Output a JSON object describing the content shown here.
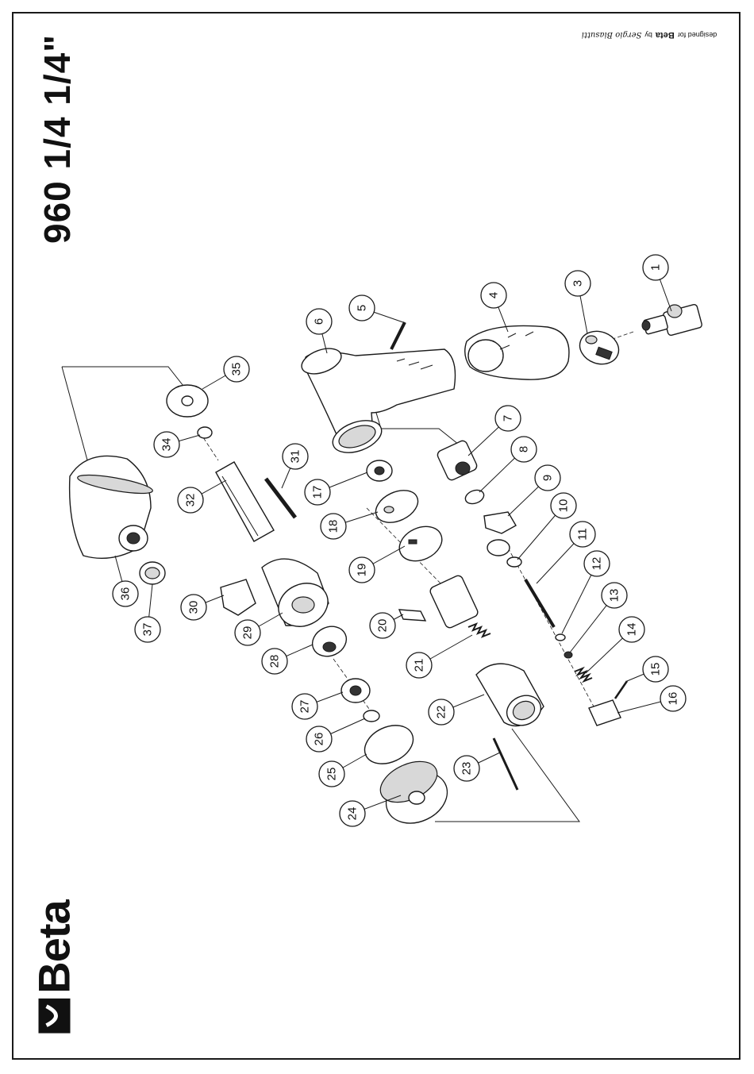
{
  "document": {
    "title": "960 1/4  1/4\"",
    "brand": "Beta",
    "credit": {
      "prefix": "designed for",
      "brand": "Beta",
      "by": "by",
      "designer": "Sergio Biasutti"
    }
  },
  "callouts": [
    {
      "id": "1",
      "label": "1"
    },
    {
      "id": "3",
      "label": "3"
    },
    {
      "id": "4",
      "label": "4"
    },
    {
      "id": "5",
      "label": "5"
    },
    {
      "id": "6",
      "label": "6"
    },
    {
      "id": "7",
      "label": "7"
    },
    {
      "id": "8",
      "label": "8"
    },
    {
      "id": "9",
      "label": "9"
    },
    {
      "id": "10",
      "label": "10"
    },
    {
      "id": "11",
      "label": "11"
    },
    {
      "id": "12",
      "label": "12"
    },
    {
      "id": "13",
      "label": "13"
    },
    {
      "id": "14",
      "label": "14"
    },
    {
      "id": "15",
      "label": "15"
    },
    {
      "id": "16",
      "label": "16"
    },
    {
      "id": "17",
      "label": "17"
    },
    {
      "id": "18",
      "label": "18"
    },
    {
      "id": "19",
      "label": "19"
    },
    {
      "id": "20",
      "label": "20"
    },
    {
      "id": "21",
      "label": "21"
    },
    {
      "id": "22",
      "label": "22"
    },
    {
      "id": "23",
      "label": "23"
    },
    {
      "id": "24",
      "label": "24"
    },
    {
      "id": "25",
      "label": "25"
    },
    {
      "id": "26",
      "label": "26"
    },
    {
      "id": "27",
      "label": "27"
    },
    {
      "id": "28",
      "label": "28"
    },
    {
      "id": "29",
      "label": "29"
    },
    {
      "id": "30",
      "label": "30"
    },
    {
      "id": "31",
      "label": "31"
    },
    {
      "id": "32",
      "label": "32"
    },
    {
      "id": "34",
      "label": "34"
    },
    {
      "id": "35",
      "label": "35"
    },
    {
      "id": "36",
      "label": "36"
    },
    {
      "id": "37",
      "label": "37"
    }
  ]
}
